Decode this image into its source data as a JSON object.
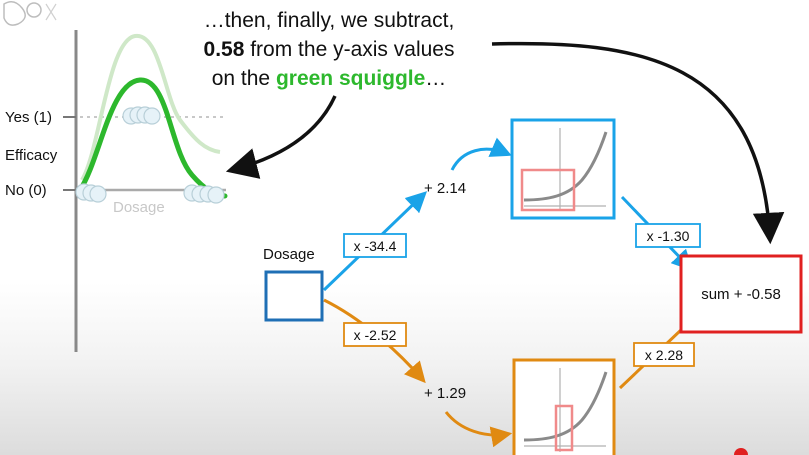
{
  "caption": {
    "line1": "…then, finally, we subtract,",
    "line2_bold": "0.58",
    "line2_rest": " from the y-axis values",
    "line3_pre": "on the ",
    "line3_green": "green squiggle",
    "line3_post": "…"
  },
  "plot": {
    "y_top_label": "Yes (1)",
    "y_axis_title": "Efficacy",
    "y_bottom_label": "No (0)",
    "x_axis_title": "Dosage"
  },
  "network": {
    "input_label": "Dosage",
    "top_weight": "x -34.4",
    "top_bias": "+ 2.14",
    "top_out_weight": "x -1.30",
    "bottom_weight": "x -2.52",
    "bottom_bias": "+ 1.29",
    "bottom_out_weight": "x 2.28",
    "sum_label": "sum + -0.58"
  },
  "colors": {
    "green": "#2db82d",
    "blue": "#1aa3e8",
    "orange": "#e08a12",
    "dark_blue": "#1f6fb5",
    "red": "#e02020"
  }
}
